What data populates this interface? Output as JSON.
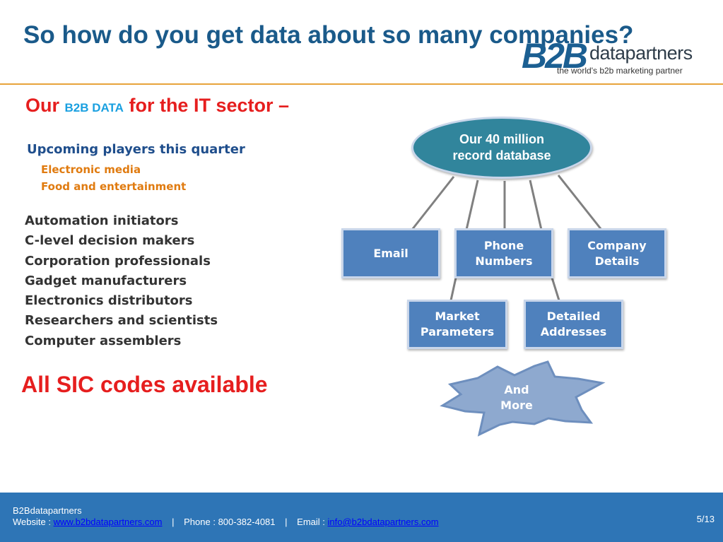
{
  "slide": {
    "title": "So how do you get data about so many companies?",
    "subhead": {
      "prefix": "Our ",
      "brand": "B2B DATA",
      "suffix": " for the IT sector –"
    },
    "upcoming": {
      "heading": "Upcoming players this quarter",
      "items": [
        "Electronic media",
        "Food and entertainment"
      ]
    },
    "players": [
      "Automation initiators",
      "C-level decision makers",
      "Corporation professionals",
      "Gadget manufacturers",
      "Electronics distributors",
      "Researchers and scientists",
      "Computer assemblers"
    ],
    "sic_note": "All SIC codes available"
  },
  "logo": {
    "mark": "B2B",
    "name": "datapartners",
    "tagline": "the world's b2b marketing partner"
  },
  "diagram": {
    "root": "Our 40 million\nrecord database",
    "nodes": {
      "email": "Email",
      "phone": "Phone Numbers",
      "company": "Company Details",
      "market": "Market Parameters",
      "addresses": "Detailed Addresses"
    },
    "star": "And\nMore"
  },
  "footer": {
    "company": "B2Bdatapartners",
    "website_label": "Website : ",
    "website": "www.b2bdatapartners.com",
    "phone_label": "Phone : ",
    "phone": "800-382-4081",
    "email_label": "Email : ",
    "email": "info@b2bdatapartners.com",
    "page": "5/13"
  },
  "colors": {
    "title": "#1a5a8a",
    "accent_red": "#e61e1e",
    "accent_cyan": "#1aa0e0",
    "orange": "#e07b10",
    "node_blue": "#4f81bd",
    "root_teal": "#31859c",
    "footer_blue": "#2e75b6",
    "divider": "#e8a33a"
  }
}
